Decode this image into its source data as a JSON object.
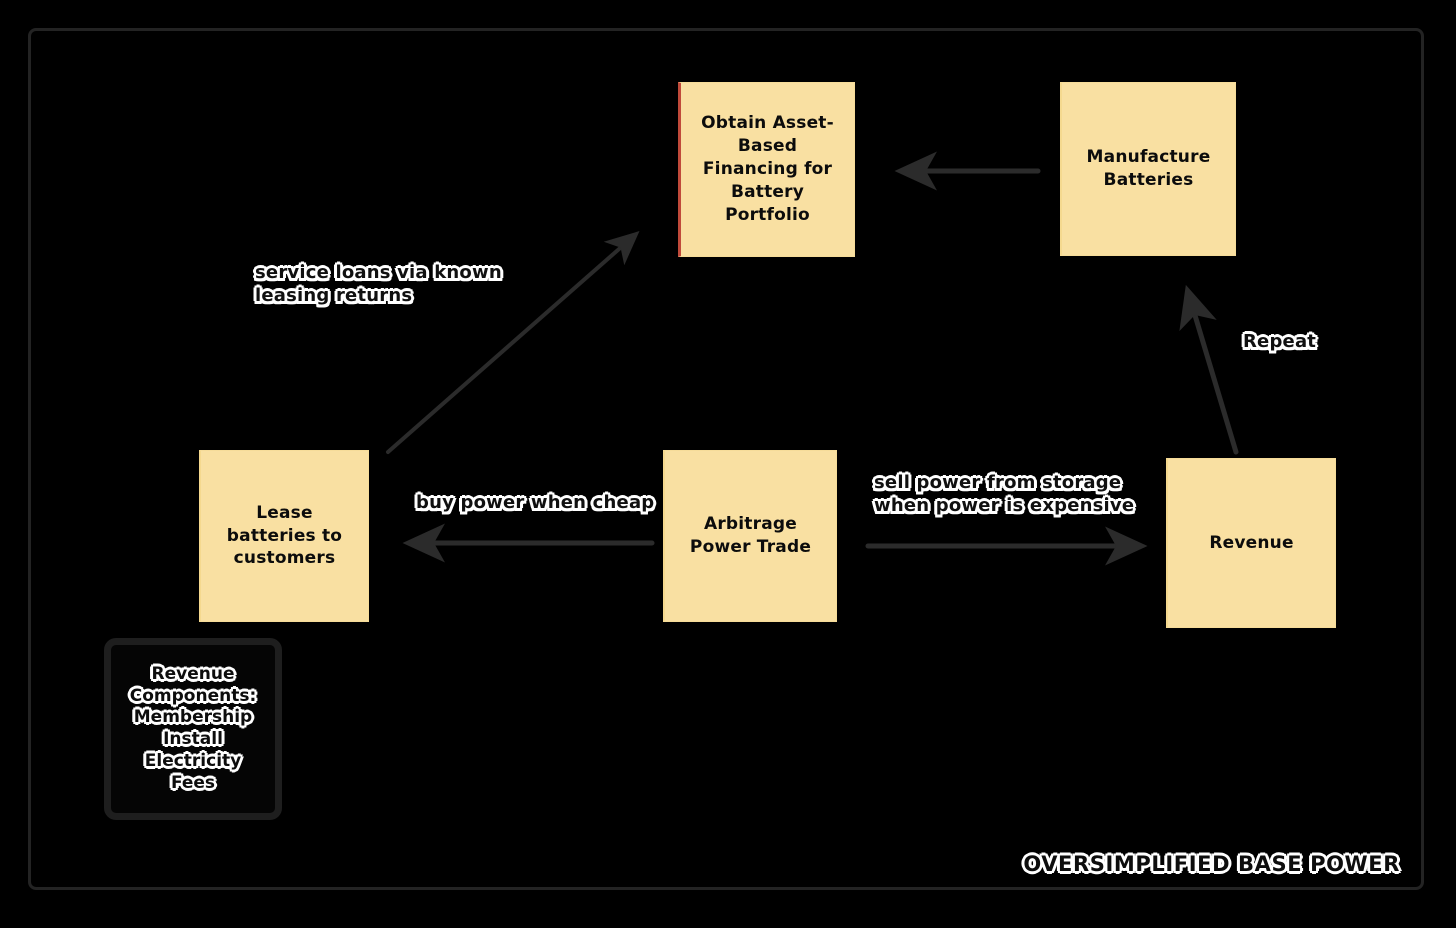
{
  "diagram": {
    "caption": "OVERSIMPLIFIED BASE POWER",
    "frame_color": "#232323",
    "background_color": "#000000",
    "node_fill": "#f9e0a2",
    "arrow_color": "#2b2b2b",
    "label_text_color": "#101010",
    "label_halo_color": "#ffffff",
    "accent_color": "#c04a3a"
  },
  "nodes": {
    "financing": {
      "label": "Obtain Asset-\nBased\nFinancing for\nBattery\nPortfolio"
    },
    "manufacture": {
      "label": "Manufacture\nBatteries"
    },
    "lease": {
      "label": "Lease\nbatteries to\ncustomers"
    },
    "arbitrage": {
      "label": "Arbitrage\nPower Trade"
    },
    "revenue": {
      "label": "Revenue"
    }
  },
  "note": {
    "text": "Revenue\nComponents:\nMembership\nInstall\nElectricity\nFees"
  },
  "edge_labels": {
    "service_loans": "service loans via known\nleasing returns",
    "buy_power": "buy power when cheap",
    "sell_power": "sell power from storage\nwhen power is expensive",
    "repeat": "Repeat"
  },
  "edges": [
    {
      "from": "manufacture",
      "to": "financing",
      "label": ""
    },
    {
      "from": "lease",
      "to": "financing",
      "label": "service loans via known leasing returns"
    },
    {
      "from": "arbitrage",
      "to": "lease",
      "label": "buy power when cheap"
    },
    {
      "from": "arbitrage",
      "to": "revenue",
      "label": "sell power from storage when power is expensive"
    },
    {
      "from": "revenue",
      "to": "manufacture",
      "label": "Repeat"
    }
  ]
}
